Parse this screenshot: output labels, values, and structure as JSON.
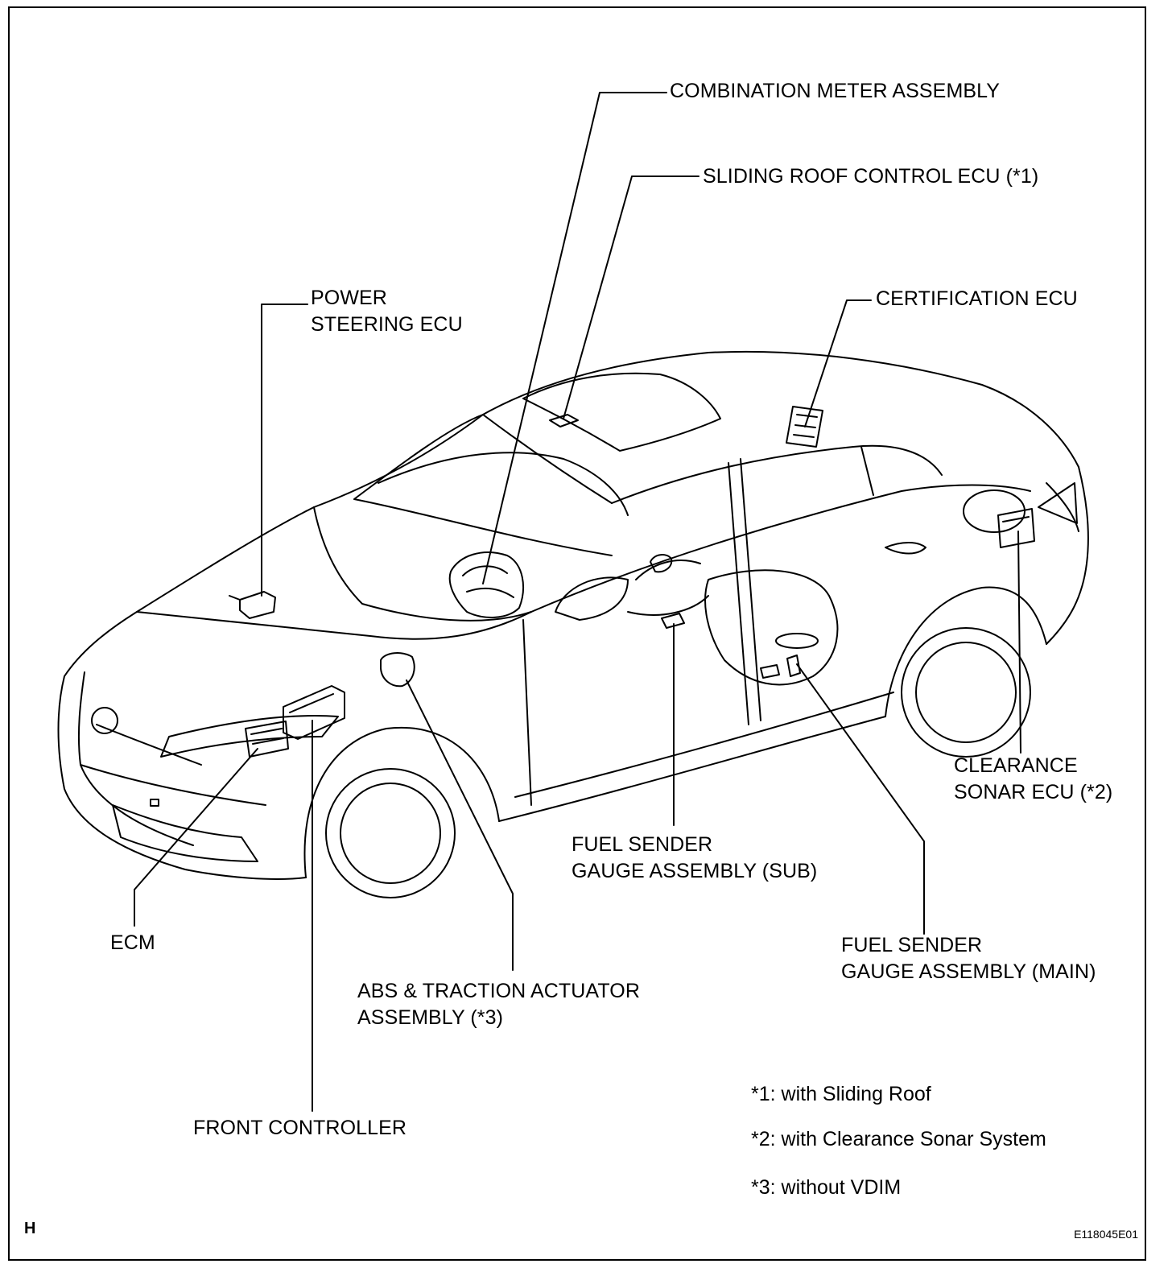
{
  "labels": {
    "combination_meter": "COMBINATION METER ASSEMBLY",
    "sliding_roof": "SLIDING ROOF CONTROL ECU (*1)",
    "power_steering": "POWER\nSTEERING ECU",
    "certification": "CERTIFICATION ECU",
    "clearance_sonar": "CLEARANCE\nSONAR ECU (*2)",
    "fuel_sender_sub": "FUEL SENDER\nGAUGE ASSEMBLY (SUB)",
    "fuel_sender_main": "FUEL SENDER\nGAUGE ASSEMBLY (MAIN)",
    "ecm": "ECM",
    "abs_actuator": "ABS & TRACTION ACTUATOR\nASSEMBLY (*3)",
    "front_controller": "FRONT CONTROLLER"
  },
  "notes": [
    "*1: with Sliding Roof",
    "*2: with Clearance Sonar System",
    "*3: without VDIM"
  ],
  "corner_letter": "H",
  "reference_code": "E118045E01"
}
